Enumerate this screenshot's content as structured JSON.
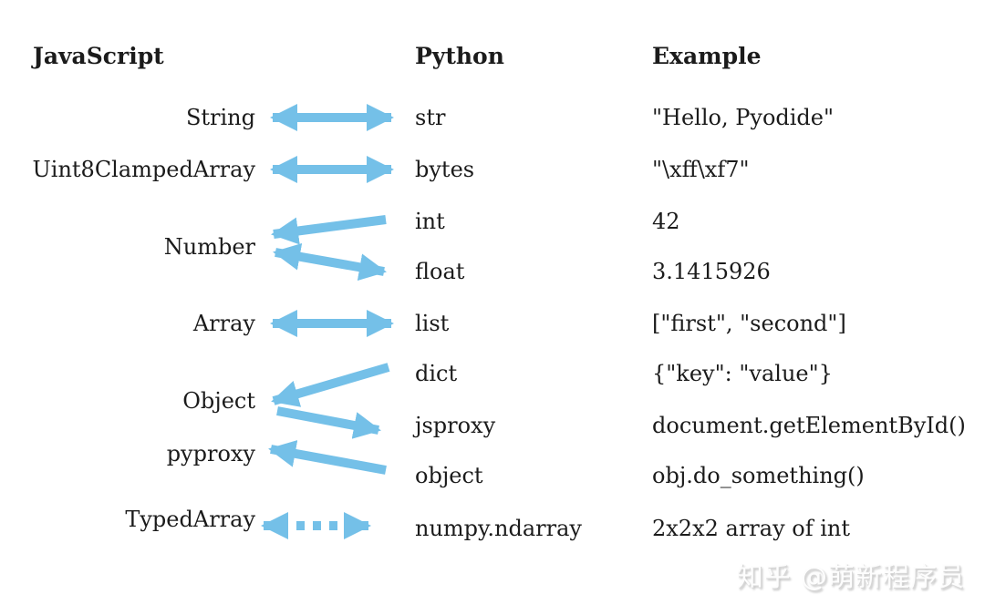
{
  "headers": {
    "javascript": "JavaScript",
    "python": "Python",
    "example": "Example"
  },
  "javascript_column": [
    "String",
    "Uint8ClampedArray",
    "Number",
    "Array",
    "Object",
    "pyproxy",
    "TypedArray"
  ],
  "python_column": [
    "str",
    "bytes",
    "int",
    "float",
    "list",
    "dict",
    "jsproxy",
    "object",
    "numpy.ndarray"
  ],
  "examples": [
    "\"Hello, Pyodide\"",
    "\"\\xff\\xf7\"",
    "42",
    "3.1415926",
    "[\"first\", \"second\"]",
    "{\"key\": \"value\"}",
    "document.getElementById()",
    "obj.do_something()",
    "2x2x2 array of int"
  ],
  "mappings": [
    {
      "js": "String",
      "py": "str",
      "direction": "bidirectional",
      "style": "solid"
    },
    {
      "js": "Uint8ClampedArray",
      "py": "bytes",
      "direction": "bidirectional",
      "style": "solid"
    },
    {
      "js": "Number",
      "py": "int",
      "direction": "py-to-js",
      "style": "solid"
    },
    {
      "js": "Number",
      "py": "float",
      "direction": "bidirectional",
      "style": "solid"
    },
    {
      "js": "Array",
      "py": "list",
      "direction": "bidirectional",
      "style": "solid"
    },
    {
      "js": "Object",
      "py": "dict",
      "direction": "py-to-js",
      "style": "solid"
    },
    {
      "js": "Object",
      "py": "jsproxy",
      "direction": "js-to-py",
      "style": "solid"
    },
    {
      "js": "pyproxy",
      "py": "object",
      "direction": "py-to-js",
      "style": "solid"
    },
    {
      "js": "TypedArray",
      "py": "numpy.ndarray",
      "direction": "bidirectional",
      "style": "dashed"
    }
  ],
  "watermark": {
    "text": "知乎 @萌新程序员",
    "site": "知乎",
    "author": "@萌新程序员"
  },
  "colors": {
    "arrow": "#74c0e8",
    "text": "#1b1b1b",
    "watermark_fill": "#fdfdfd",
    "watermark_shadow": "#c2c2c2",
    "background": "#ffffff"
  }
}
